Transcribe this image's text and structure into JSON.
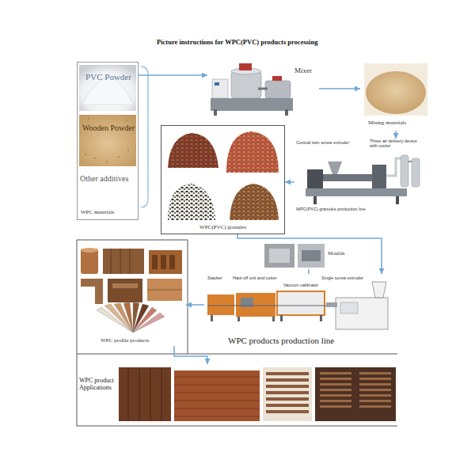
{
  "diagram": {
    "title": "Picture instructions for WPC(PVC) products processing",
    "nodes": [
      {
        "text": [
          "WPC materials"
        ]
      },
      {
        "text": [
          "PVC Powder"
        ],
        "in": 0
      },
      {
        "text": [
          "Wooden Powder"
        ],
        "in": 0
      },
      {
        "text": [
          "Other additives"
        ],
        "in": 0
      },
      {
        "text": [
          "Mixer"
        ]
      },
      {
        "text": [
          "Mixing materials"
        ]
      },
      {
        "text": [
          "Conical twin screw extruder",
          "Three air delivery device with cooler",
          "WPC(PVC) granules production line"
        ]
      },
      {
        "text": [
          "WPC(PVC) granules"
        ]
      },
      {
        "text": [
          "Moulds"
        ]
      },
      {
        "text": [
          "Stacker",
          "Haul-off unit and cutter",
          "Vacuum calibrator",
          "Single screw extruder",
          "WPC products production line"
        ]
      },
      {
        "text": [
          "WPC profile products"
        ]
      },
      {
        "text": [
          "WPC product Applications"
        ]
      }
    ],
    "edges": [
      {
        "from": 0,
        "to": 4,
        "arrow": "to"
      },
      {
        "from": 4,
        "to": 5,
        "arrow": "to"
      },
      {
        "from": 5,
        "to": 6,
        "arrow": "to"
      },
      {
        "from": 6,
        "to": 7,
        "arrow": "to"
      },
      {
        "from": 7,
        "to": 9,
        "arrow": "to"
      },
      {
        "from": 8,
        "to": 9,
        "arrow": "none"
      },
      {
        "from": 9,
        "to": 10,
        "arrow": "to"
      },
      {
        "from": 10,
        "to": 11,
        "arrow": "to"
      }
    ]
  }
}
